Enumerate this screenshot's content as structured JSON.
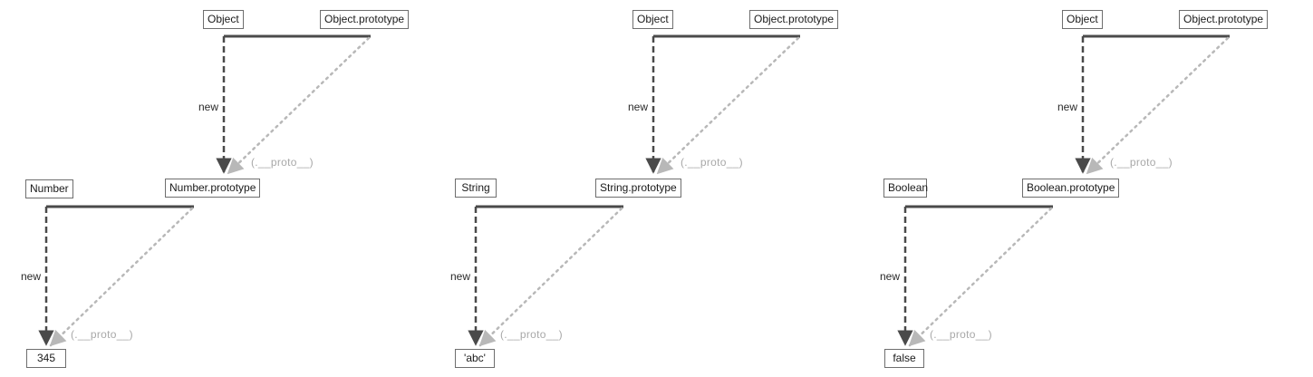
{
  "diagrams": [
    {
      "top_constructor": "Object",
      "top_prototype": "Object.prototype",
      "new_label_top": "new",
      "proto_label_top": "(.__proto__)",
      "constructor": "Number",
      "prototype": "Number.prototype",
      "new_label_bottom": "new",
      "proto_label_bottom": "(.__proto__)",
      "instance": "345"
    },
    {
      "top_constructor": "Object",
      "top_prototype": "Object.prototype",
      "new_label_top": "new",
      "proto_label_top": "(.__proto__)",
      "constructor": "String",
      "prototype": "String.prototype",
      "new_label_bottom": "new",
      "proto_label_bottom": "(.__proto__)",
      "instance": "'abc'"
    },
    {
      "top_constructor": "Object",
      "top_prototype": "Object.prototype",
      "new_label_top": "new",
      "proto_label_top": "(.__proto__)",
      "constructor": "Boolean",
      "prototype": "Boolean.prototype",
      "new_label_bottom": "new",
      "proto_label_bottom": "(.__proto__)",
      "instance": "false"
    }
  ],
  "colors": {
    "solid_line": "#4a4a4a",
    "dotted_line": "#b8b8b8",
    "box_border": "#6e6e6e"
  }
}
